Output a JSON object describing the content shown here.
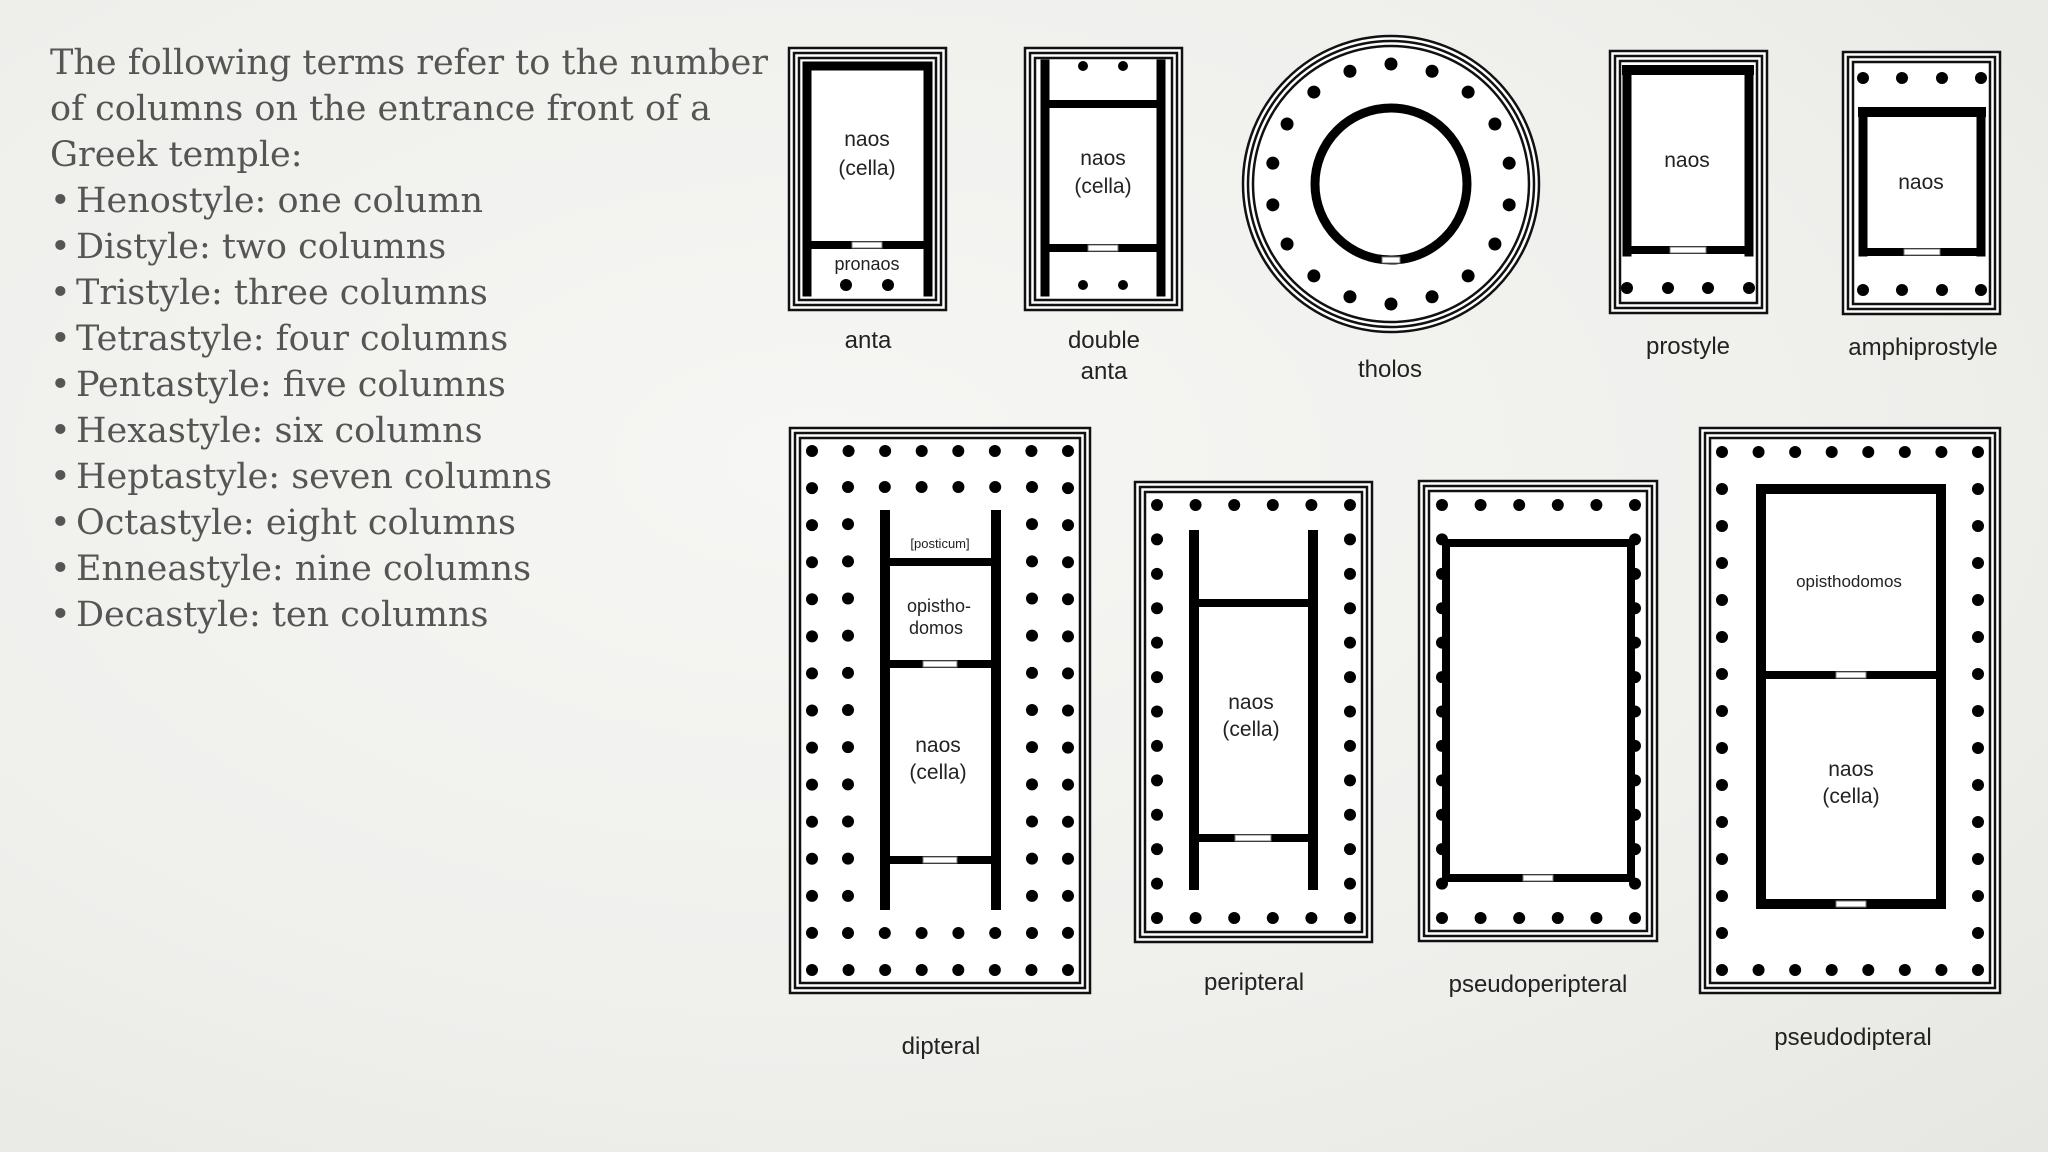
{
  "intro": {
    "text": "The following terms refer to the number of columns on the entrance front of a Greek temple:",
    "items": [
      "Henostyle: one column",
      "Distyle: two columns",
      "Tristyle: three columns",
      "Tetrastyle: four columns",
      "Pentastyle: five columns",
      "Hexastyle: six columns",
      "Heptastyle: seven columns",
      "Octastyle: eight columns",
      "Enneastyle: nine columns",
      "Decastyle: ten columns"
    ]
  },
  "plans": {
    "anta": {
      "caption": "anta",
      "room1": "naos",
      "room2": "(cella)",
      "porch": "pronaos"
    },
    "double_anta": {
      "caption1": "double",
      "caption2": "anta",
      "room1": "naos",
      "room2": "(cella)"
    },
    "tholos": {
      "caption": "tholos"
    },
    "prostyle": {
      "caption": "prostyle",
      "room": "naos"
    },
    "amphiprostyle": {
      "caption": "amphiprostyle",
      "room": "naos"
    },
    "dipteral": {
      "caption": "dipteral",
      "posticum": "[posticum]",
      "opis1": "opistho-",
      "opis2": "domos",
      "room1": "naos",
      "room2": "(cella)"
    },
    "peripteral": {
      "caption": "peripteral",
      "room1": "naos",
      "room2": "(cella)"
    },
    "pseudoperipteral": {
      "caption": "pseudoperipteral"
    },
    "pseudodipteral": {
      "caption": "pseudodipteral",
      "opis": "opisthodomos",
      "room1": "naos",
      "room2": "(cella)"
    }
  }
}
